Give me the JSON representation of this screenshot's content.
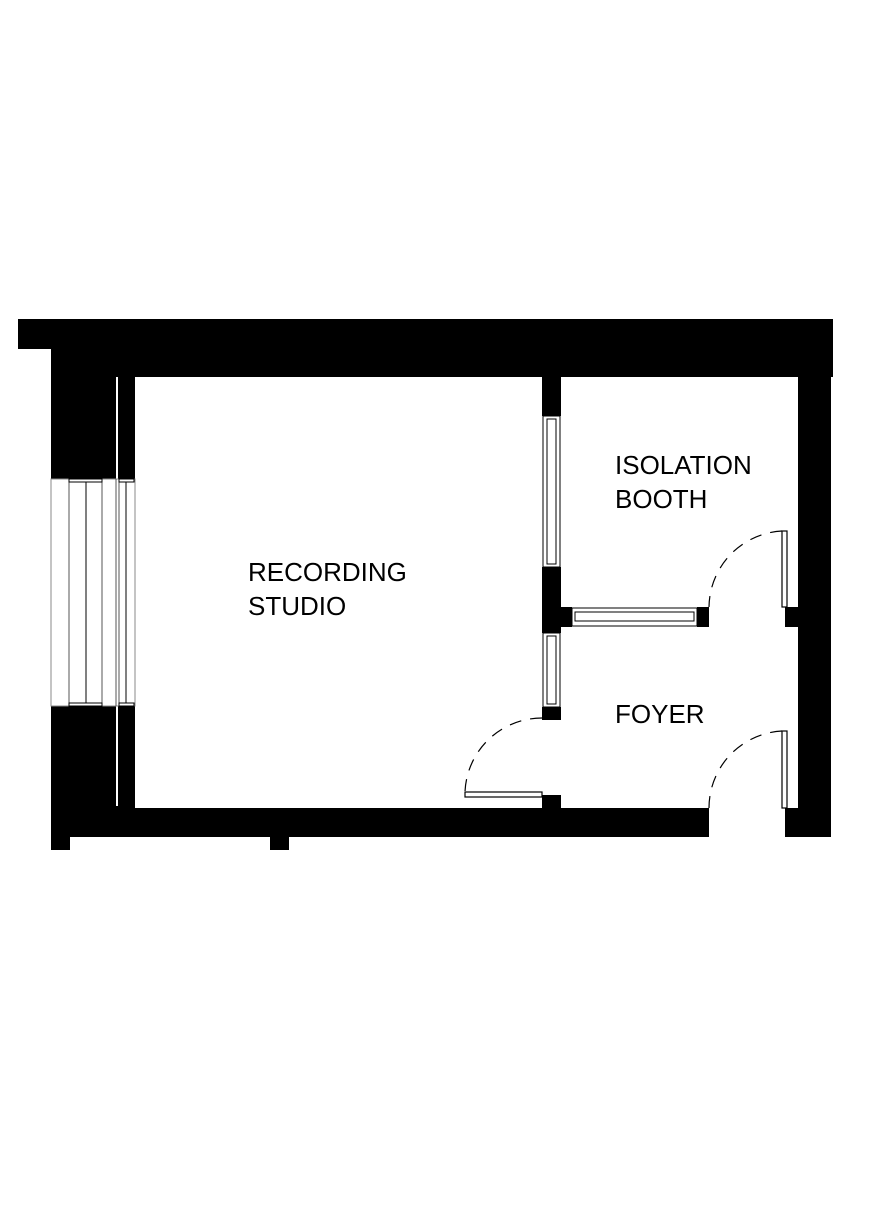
{
  "plan": {
    "rooms": [
      {
        "name": "recording-studio",
        "lines": [
          "RECORDING",
          "STUDIO"
        ]
      },
      {
        "name": "isolation-booth",
        "lines": [
          "ISOLATION",
          "BOOTH"
        ]
      },
      {
        "name": "foyer",
        "lines": [
          "FOYER"
        ]
      }
    ],
    "colors": {
      "wall": "#000000",
      "background": "#ffffff"
    }
  }
}
